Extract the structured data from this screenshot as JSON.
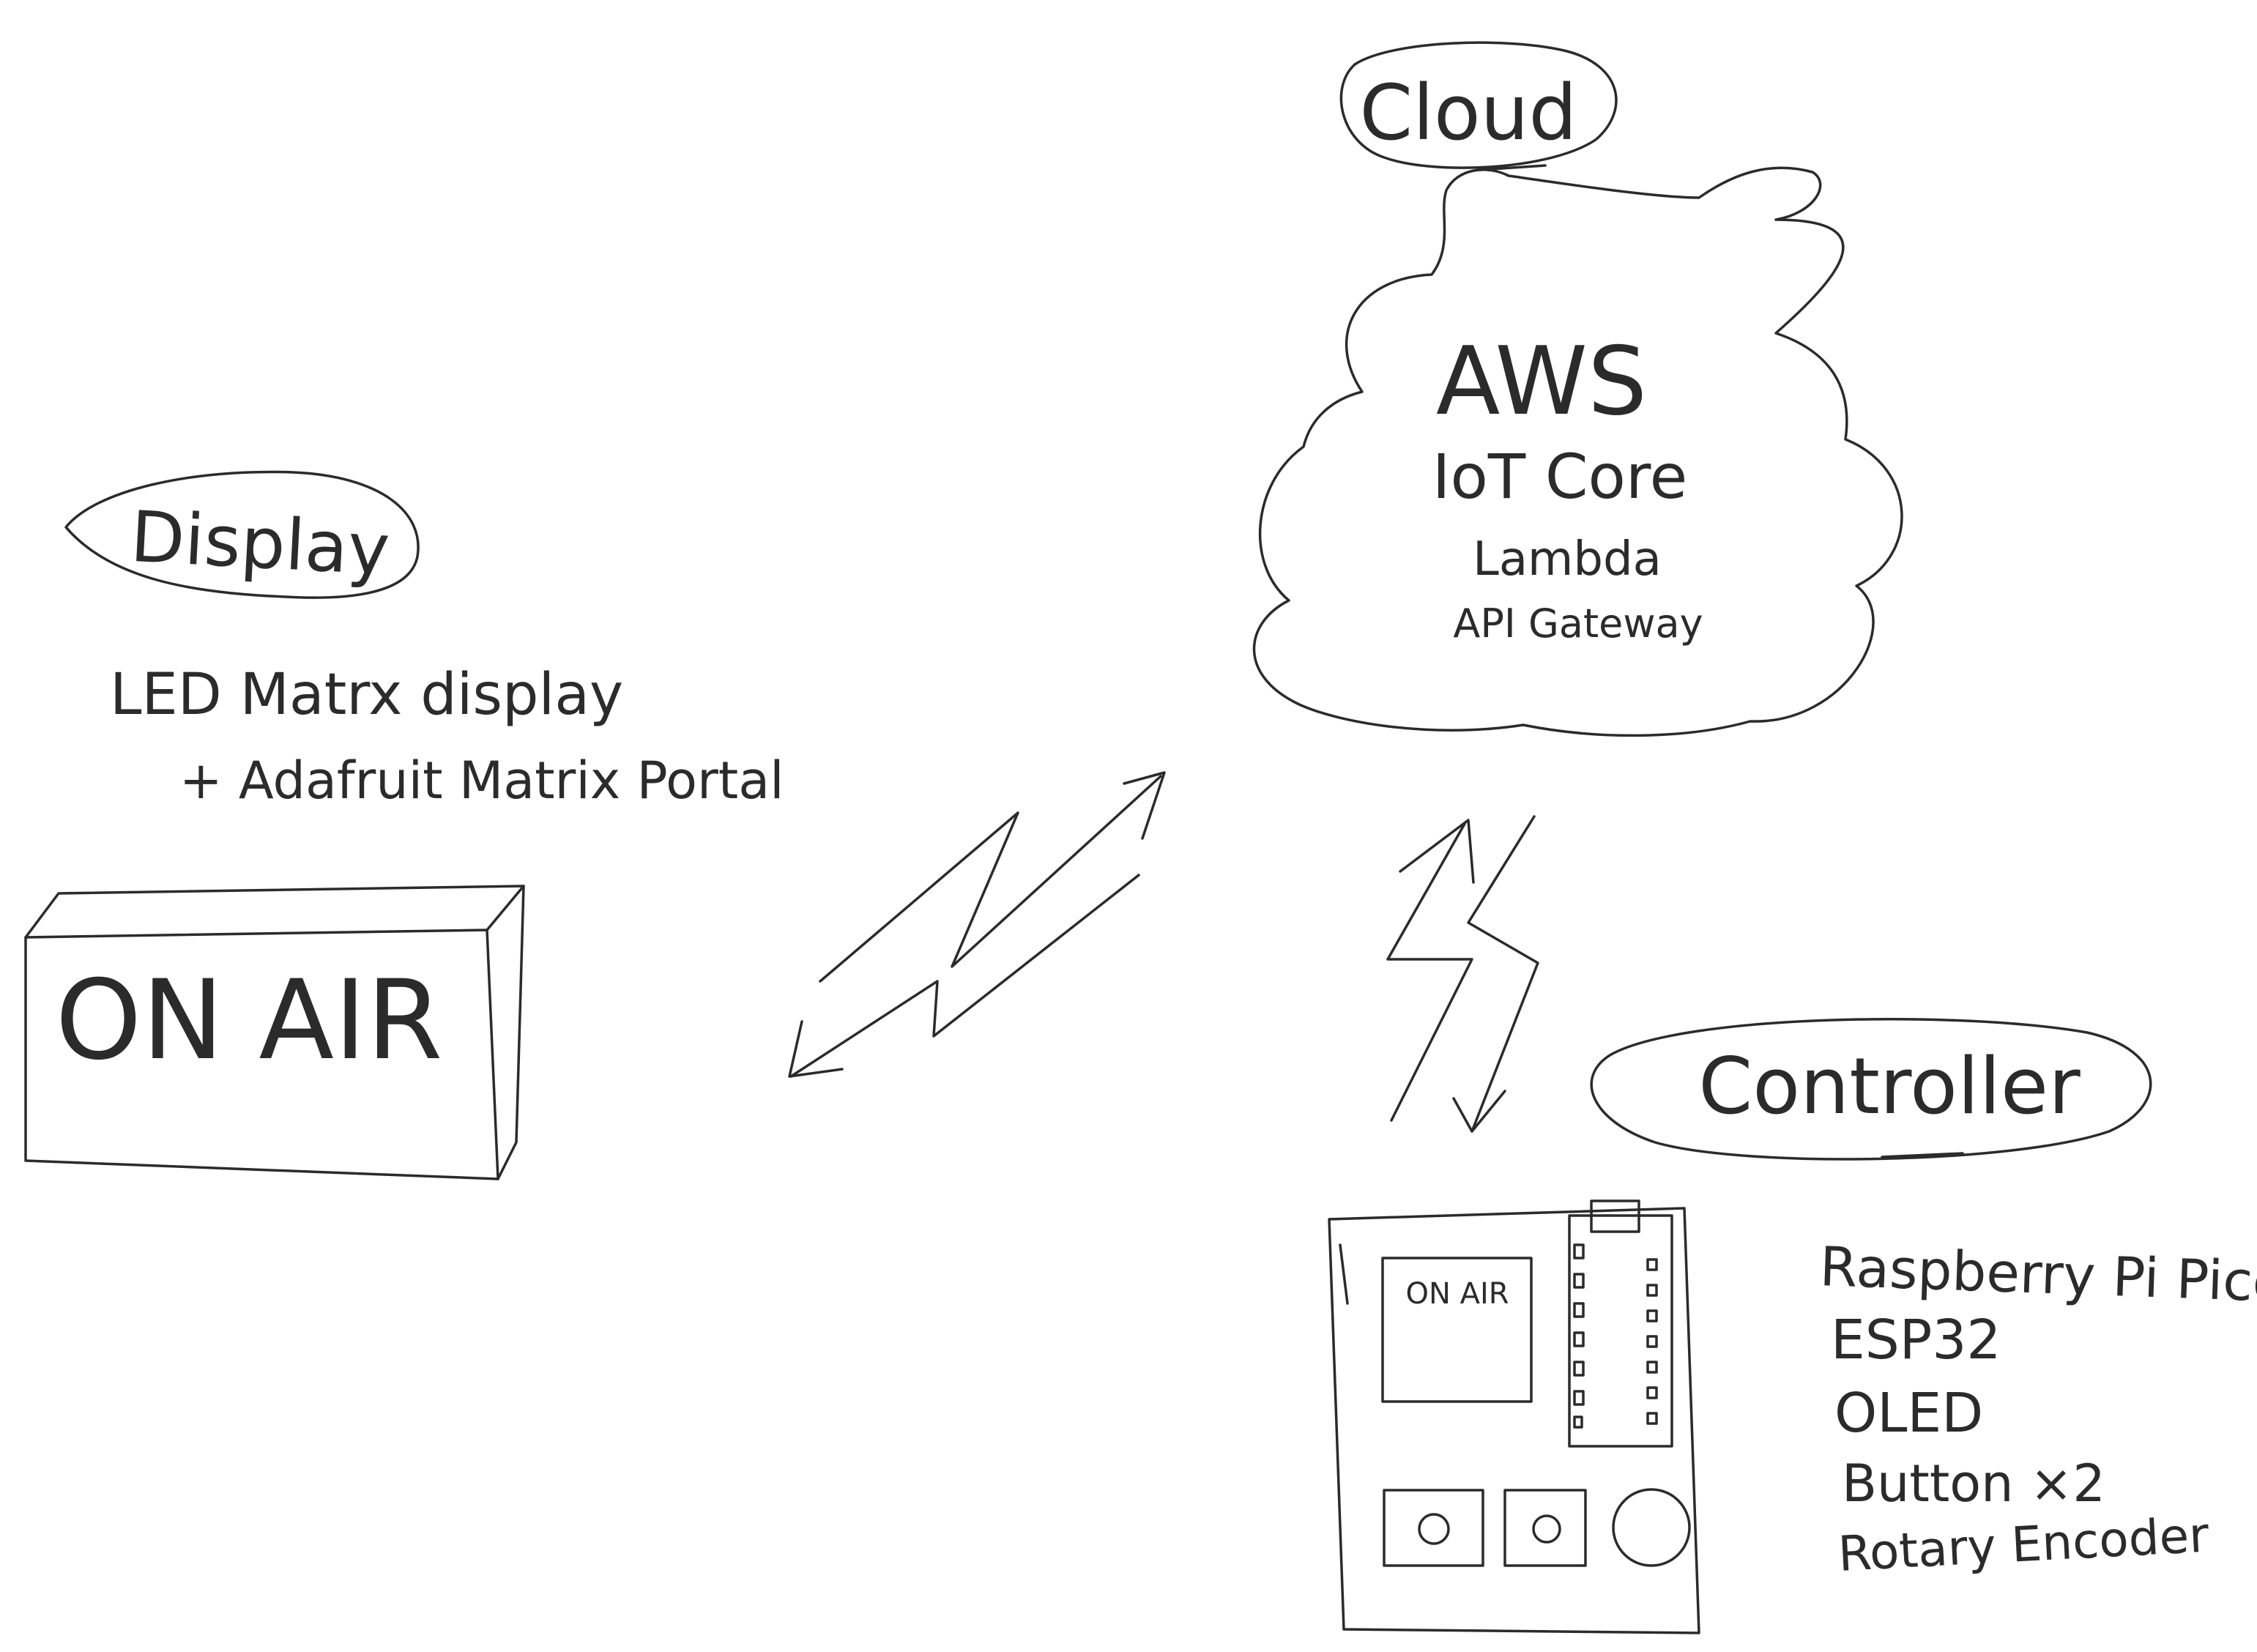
{
  "cloud": {
    "label": "Cloud",
    "services": [
      "AWS",
      "IoT Core",
      "Lambda",
      "API Gateway"
    ]
  },
  "display": {
    "label": "Display",
    "description_line1": "LED Matrx display",
    "description_line2": "+ Adafruit Matrix Portal",
    "sign_text": "ON AIR"
  },
  "controller": {
    "label": "Controller",
    "screen_text": "ON AIR",
    "components": [
      "Raspberry Pi Pico",
      "ESP32",
      "OLED",
      "Button ×2",
      "Rotary Encoder"
    ]
  }
}
